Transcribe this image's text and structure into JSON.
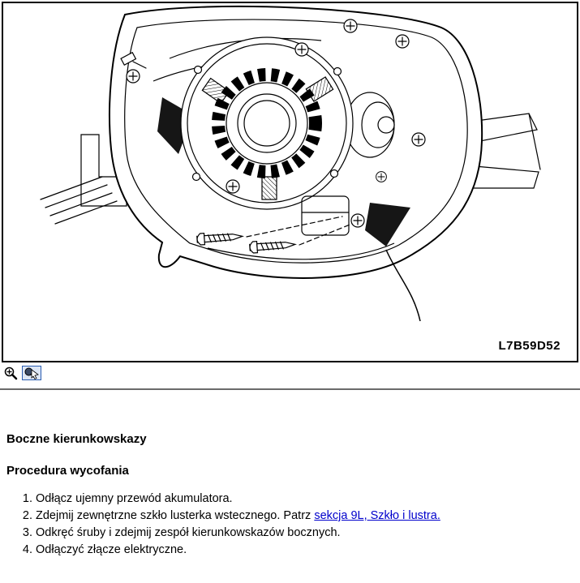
{
  "figure": {
    "label": "L7B59D52"
  },
  "toolbar": {
    "icons": [
      {
        "name": "zoom-in-icon",
        "selected": false
      },
      {
        "name": "zoom-select-icon",
        "selected": true
      }
    ]
  },
  "colors": {
    "link": "#0000cc",
    "selected_border": "#2a5db0",
    "line_art": "#000000"
  },
  "content": {
    "title": "Boczne kierunkowskazy",
    "subtitle": "Procedura wycofania",
    "steps": [
      {
        "text": "Odłącz ujemny przewód akumulatora.",
        "link": ""
      },
      {
        "text": "Zdejmij zewnętrzne szkło lusterka wstecznego. Patrz ",
        "link": "sekcja 9L, Szkło i lustra."
      },
      {
        "text": "Odkręć śruby i zdejmij zespół kierunkowskazów bocznych.",
        "link": ""
      },
      {
        "text": "Odłączyć złącze elektryczne.",
        "link": ""
      }
    ]
  }
}
